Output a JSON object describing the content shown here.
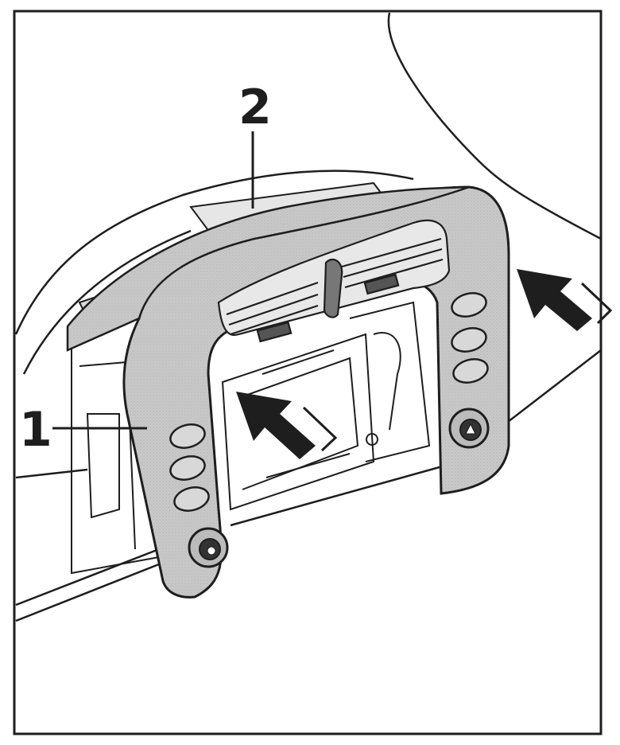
{
  "colors": {
    "line": "#1e1e1e",
    "panel": "#c8c8c8",
    "paper": "#ffffff"
  },
  "callouts": [
    {
      "id": "1",
      "label": "1"
    },
    {
      "id": "2",
      "label": "2"
    }
  ],
  "icons": [
    "arrow-icon",
    "arrow-icon",
    "switch-icon",
    "knob-icon"
  ]
}
